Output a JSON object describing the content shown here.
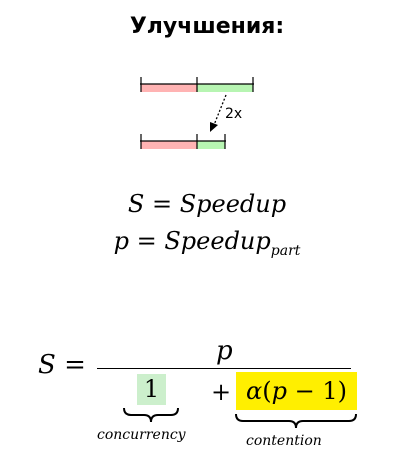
{
  "title": "Улучшения:",
  "diagram": {
    "speedup_label": "2x",
    "colors": {
      "red": "#ffb3b3",
      "green": "#b7f5b2"
    }
  },
  "equations": {
    "s_symbol": "S",
    "equals": "=",
    "speedup_word": "Speedup",
    "p_symbol": "p",
    "part_subscript": "part"
  },
  "formula": {
    "lhs": "S",
    "equals": "=",
    "numerator": "p",
    "term_one": "1",
    "plus": "+",
    "alpha": "α",
    "paren_open": "(",
    "paren_p": "p",
    "minus": " − 1",
    "paren_close": ")",
    "concurrency_label": "concurrency",
    "contention_label": "contention",
    "colors": {
      "one_highlight": "#ccefcc",
      "alpha_highlight": "#ffef00"
    }
  }
}
